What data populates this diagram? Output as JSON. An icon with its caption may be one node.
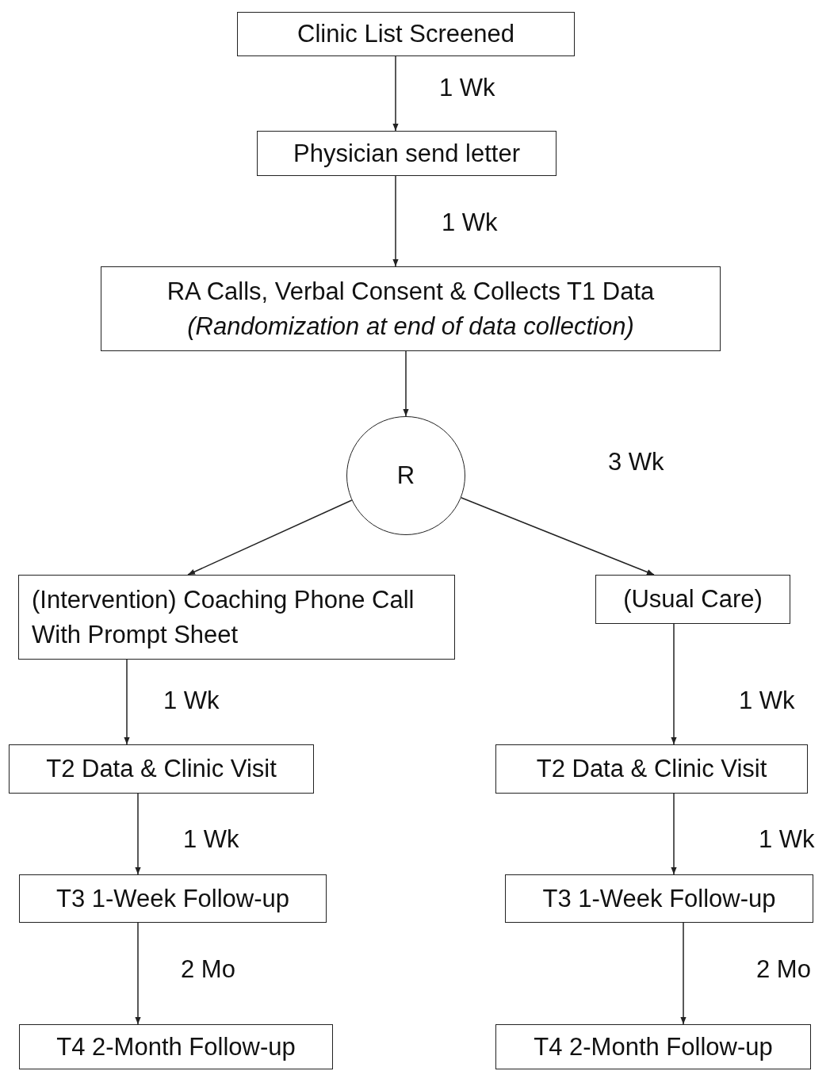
{
  "diagram": {
    "nodes": [
      {
        "text": [
          "Clinic List Screened"
        ]
      },
      {
        "text": [
          "Physician send letter"
        ]
      },
      {
        "text": [
          "RA Calls, Verbal Consent & Collects T1 Data",
          "(Randomization at end of data collection)"
        ]
      },
      {
        "text": [
          "R"
        ]
      },
      {
        "text": [
          "(Intervention) Coaching Phone Call With Prompt Sheet"
        ]
      },
      {
        "text": [
          "(Usual Care)"
        ]
      },
      {
        "text": [
          "T2 Data & Clinic Visit"
        ]
      },
      {
        "text": [
          "T2 Data & Clinic Visit"
        ]
      },
      {
        "text": [
          "T3 1-Week Follow-up"
        ]
      },
      {
        "text": [
          "T3 1-Week Follow-up"
        ]
      },
      {
        "text": [
          "T4 2-Month Follow-up"
        ]
      },
      {
        "text": [
          "T4 2-Month Follow-up"
        ]
      }
    ],
    "edges": [
      {
        "from": 0,
        "to": 1,
        "arrow": "to",
        "label": "1 Wk"
      },
      {
        "from": 1,
        "to": 2,
        "arrow": "to",
        "label": "1 Wk"
      },
      {
        "from": 2,
        "to": 3,
        "arrow": "to"
      },
      {
        "from": 3,
        "to": 4,
        "arrow": "to"
      },
      {
        "from": 3,
        "to": 5,
        "arrow": "to"
      },
      {
        "from": 4,
        "to": 6,
        "arrow": "to",
        "label": "1 Wk"
      },
      {
        "from": 5,
        "to": 7,
        "arrow": "to",
        "label": "1 Wk"
      },
      {
        "from": 6,
        "to": 8,
        "arrow": "to",
        "label": "1 Wk"
      },
      {
        "from": 7,
        "to": 9,
        "arrow": "to",
        "label": "1 Wk"
      },
      {
        "from": 8,
        "to": 10,
        "arrow": "to",
        "label": "2 Mo"
      },
      {
        "from": 9,
        "to": 11,
        "arrow": "to",
        "label": "2 Mo"
      }
    ],
    "labels": [
      "3 Wk"
    ]
  }
}
